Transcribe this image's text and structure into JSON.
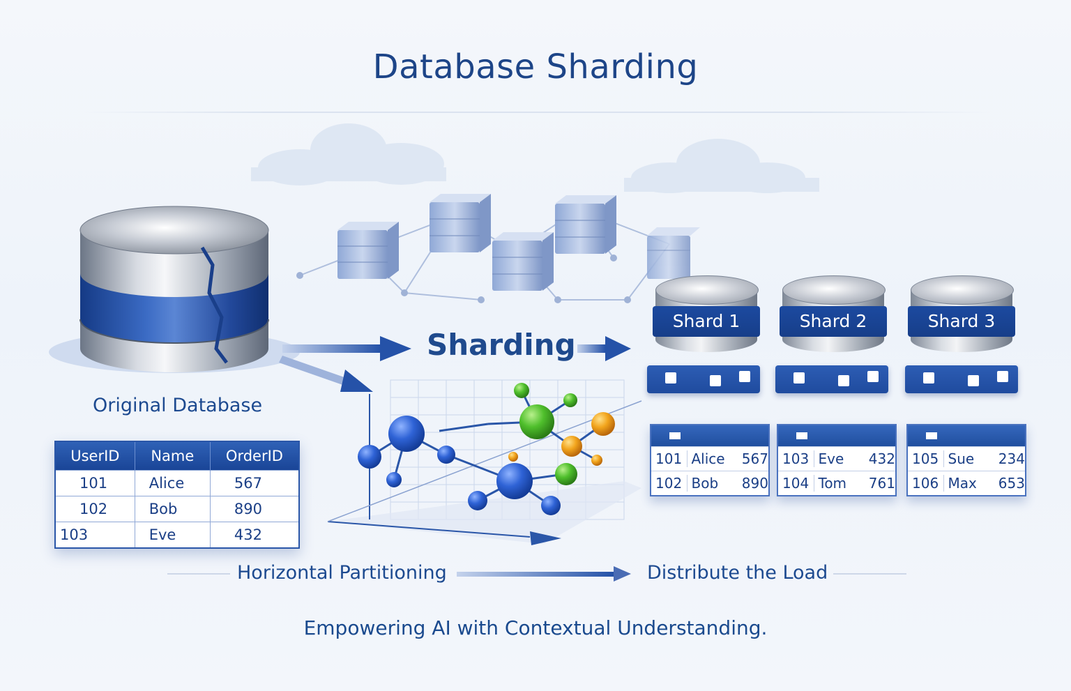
{
  "title": "Database Sharding",
  "center_label": "Sharding",
  "original_database": {
    "label": "Original Database",
    "headers": [
      "UserID",
      "Name",
      "OrderID"
    ],
    "rows": [
      [
        "101",
        "Alice",
        "567"
      ],
      [
        "102",
        "Bob",
        "890"
      ],
      [
        "103",
        "Eve",
        "432"
      ]
    ]
  },
  "shards": [
    {
      "label": "Shard 1",
      "rows": [
        [
          "101",
          "Alice",
          "567"
        ],
        [
          "102",
          "Bob",
          "890"
        ]
      ]
    },
    {
      "label": "Shard 2",
      "rows": [
        [
          "103",
          "Eve",
          "432"
        ],
        [
          "104",
          "Tom",
          "761"
        ]
      ]
    },
    {
      "label": "Shard 3",
      "rows": [
        [
          "105",
          "Sue",
          "234"
        ],
        [
          "106",
          "Max",
          "653"
        ]
      ]
    }
  ],
  "flow": {
    "left": "Horizontal Partitioning",
    "right": "Distribute the Load"
  },
  "tagline": "Empowering AI with Contextual Understanding.",
  "colors": {
    "primary_blue": "#1d4588",
    "band_blue": "#1c4aa0",
    "green_node": "#3fae2a",
    "orange_node": "#f0a020"
  }
}
